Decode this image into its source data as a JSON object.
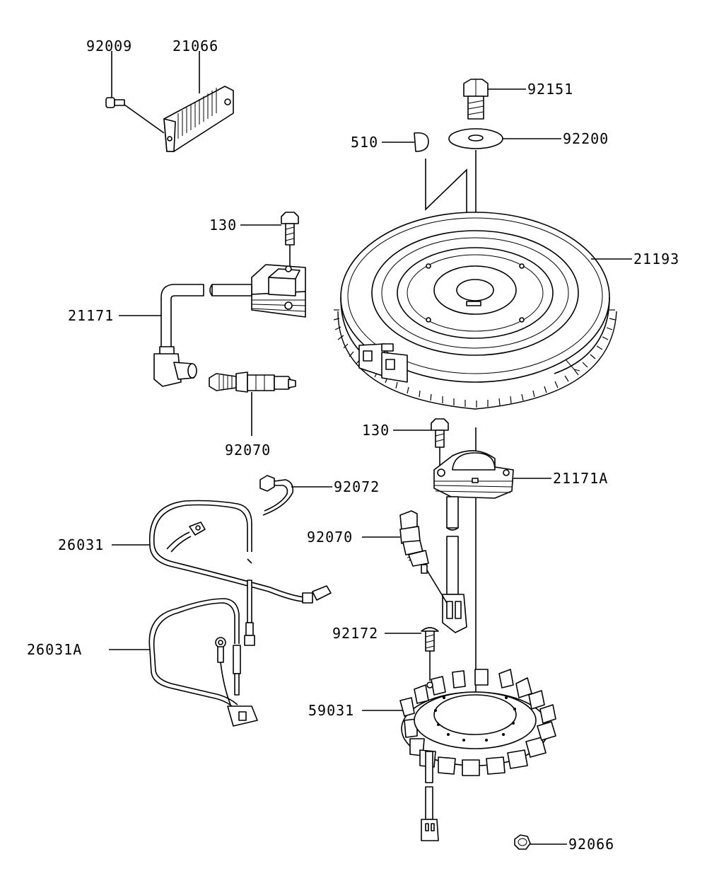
{
  "labels": {
    "p92009": "92009",
    "p21066": "21066",
    "p92151": "92151",
    "p510": "510",
    "p92200": "92200",
    "p130a": "130",
    "p21193": "21193",
    "p21171": "21171",
    "p92070a": "92070",
    "p130b": "130",
    "p21171A": "21171A",
    "p92072": "92072",
    "p26031": "26031",
    "p92070b": "92070",
    "p92172": "92172",
    "p26031A": "26031A",
    "p59031": "59031",
    "p92066": "92066"
  }
}
